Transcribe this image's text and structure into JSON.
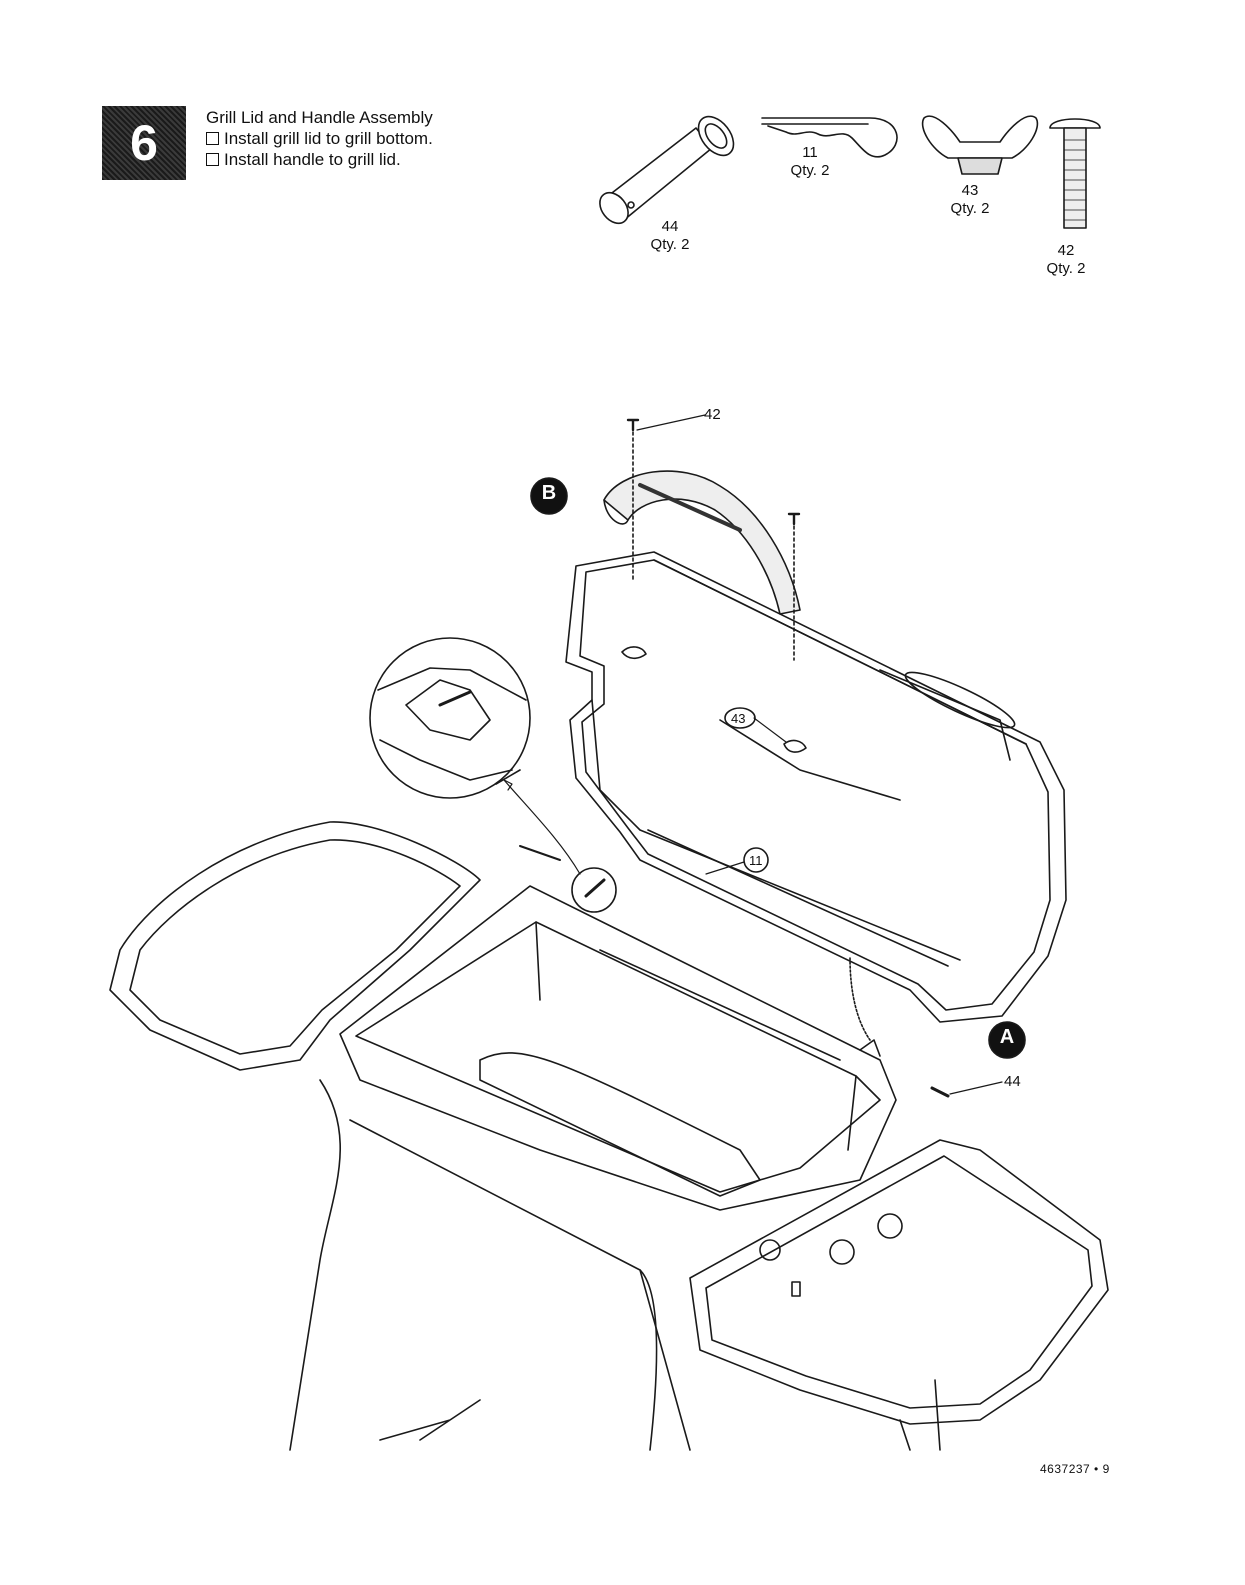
{
  "step": {
    "number": "6",
    "title": "Grill Lid and Handle Assembly",
    "tasks": [
      "Install grill lid to grill bottom.",
      "Install handle to grill lid."
    ]
  },
  "parts": [
    {
      "id": "44",
      "qty": "Qty. 2"
    },
    {
      "id": "11",
      "qty": "Qty. 2"
    },
    {
      "id": "43",
      "qty": "Qty. 2"
    },
    {
      "id": "42",
      "qty": "Qty. 2"
    }
  ],
  "callouts": {
    "screw": "42",
    "wing_nut": "43",
    "hitch_pin": "11",
    "hinge_pin": "44",
    "view_a": "A",
    "view_b": "B"
  },
  "footer": "4637237 • 9"
}
